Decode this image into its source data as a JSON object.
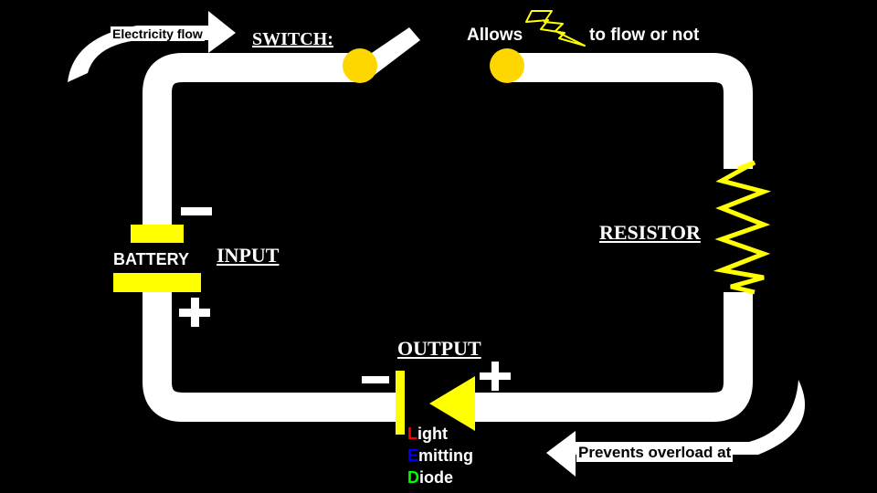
{
  "labels": {
    "electricity_flow": "Electricity flow",
    "switch": "SWITCH:",
    "allows": "Allows",
    "to_flow": "to flow or not",
    "battery": "BATTERY",
    "input": "INPUT",
    "resistor": "RESISTOR",
    "output": "OUTPUT",
    "prevents": "Prevents overload at"
  },
  "led": {
    "line1_initial": "L",
    "line1_rest": "ight",
    "line2_initial": "E",
    "line2_rest": "mitting",
    "line3_initial": "D",
    "line3_rest": "iode"
  },
  "colors": {
    "wire": "#ffffff",
    "component": "#ffff00",
    "switch_contact": "#ffd700",
    "led_l": "#ff0000",
    "led_e": "#0000ff",
    "led_d": "#00ff00"
  },
  "icons": [
    "curved-arrow-icon",
    "lightning-bolt-icon",
    "minus-sign-icon",
    "plus-sign-icon",
    "zigzag-resistor-icon",
    "diode-triangle-icon"
  ]
}
